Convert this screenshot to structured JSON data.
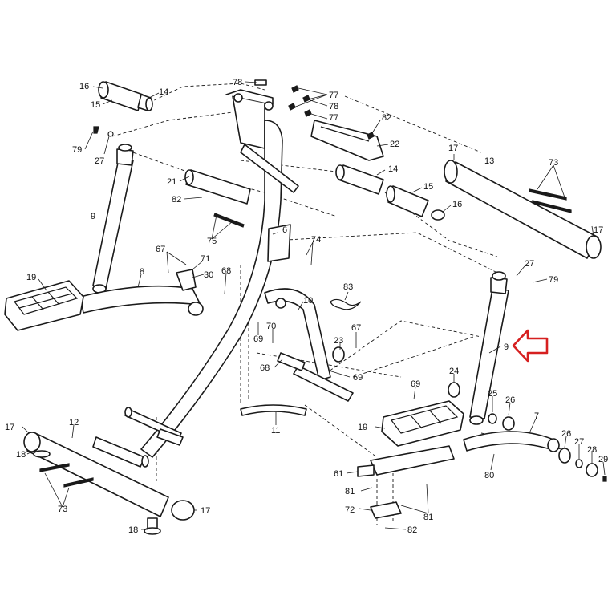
{
  "callouts": {
    "c16a": "16",
    "c14a": "14",
    "c15a": "15",
    "c78a": "78",
    "c77a": "77",
    "c78b": "78",
    "c77b": "77",
    "c82a": "82",
    "c22": "22",
    "c14b": "14",
    "c15b": "15",
    "c16b": "16",
    "c17a": "17",
    "c13": "13",
    "c73a": "73",
    "c17b": "17",
    "c79a": "79",
    "c27a": "27",
    "c21": "21",
    "c82b": "82",
    "c9a": "9",
    "c6": "6",
    "c75": "75",
    "c74": "74",
    "c67a": "67",
    "c71": "71",
    "c30": "30",
    "c68a": "68",
    "c19a": "19",
    "c8": "8",
    "c83": "83",
    "c10": "10",
    "c27b": "27",
    "c79b": "79",
    "c69a": "69",
    "c70": "70",
    "c23": "23",
    "c67b": "67",
    "c68b": "68",
    "c69b": "69",
    "c9b": "9",
    "c24": "24",
    "c69c": "69",
    "c25": "25",
    "c26a": "26",
    "c11": "11",
    "c19b": "19",
    "c7": "7",
    "c17c": "17",
    "c12": "12",
    "c18a": "18",
    "c26b": "26",
    "c27c": "27",
    "c28": "28",
    "c29": "29",
    "c61": "61",
    "c80": "80",
    "c81a": "81",
    "c73b": "73",
    "c72": "72",
    "c81b": "81",
    "c17d": "17",
    "c18b": "18",
    "c82c": "82"
  },
  "highlight": {
    "color": "#d62020",
    "target_part": "9"
  }
}
